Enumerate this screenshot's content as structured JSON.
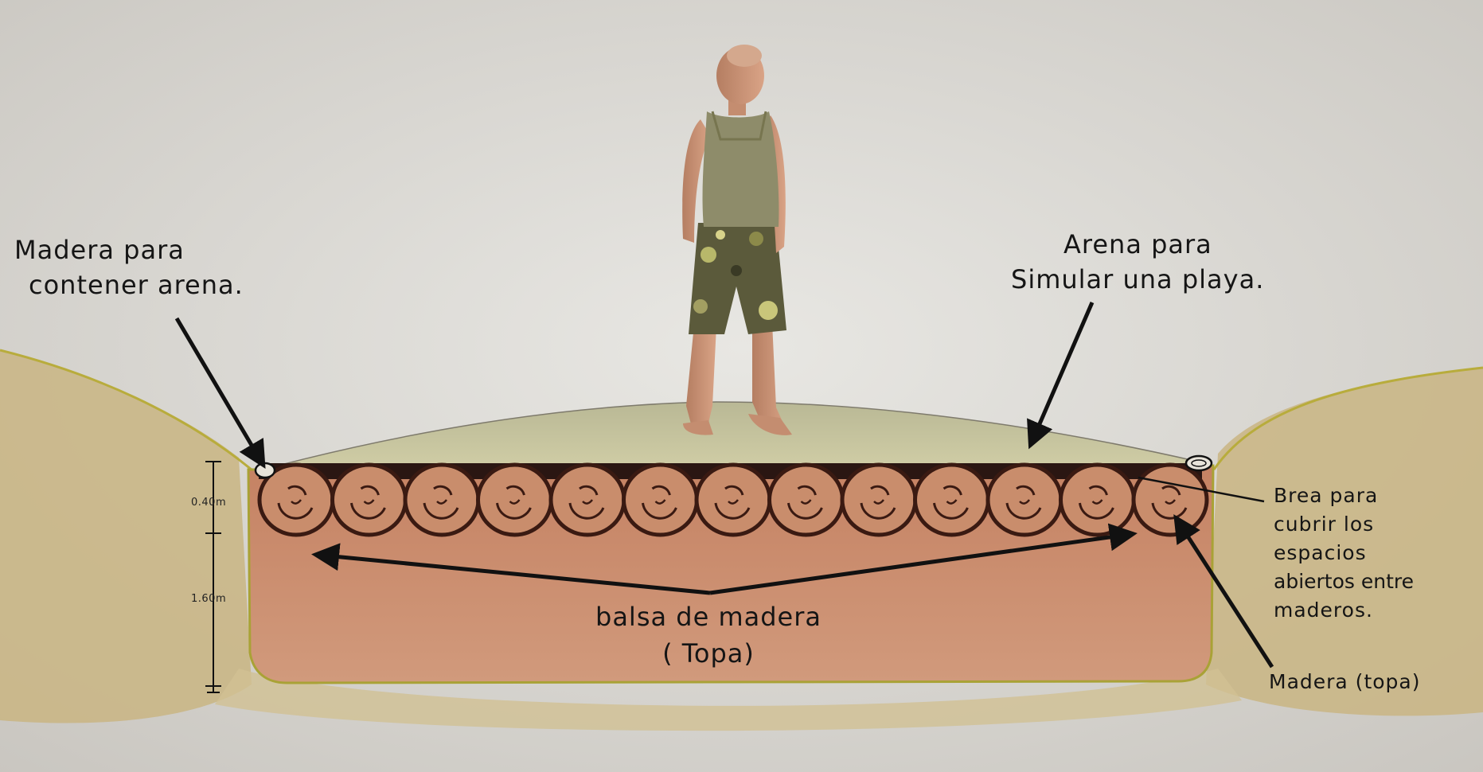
{
  "labels": {
    "madera_contener": [
      "Madera para",
      "contener arena."
    ],
    "arena_playa": [
      "Arena para",
      "Simular una playa."
    ],
    "brea": [
      "Brea para",
      "cubrir los",
      "espacios",
      "abiertos entre",
      "maderos."
    ],
    "balsa": [
      "balsa de madera",
      "( Topa)"
    ],
    "madera_topa": "Madera (topa)"
  },
  "dimensions": {
    "upper": "0.40m",
    "lower": "1.60m"
  },
  "log_count": 13,
  "colors": {
    "background": "#dcdad5",
    "ground": "#c9b07a",
    "ground_edge": "#b5a93a",
    "raft_fill": "#b97a5c",
    "log_fill": "#c98d6c",
    "log_outline": "#3a1a12",
    "sand": "#c8c49a",
    "tar": "#2a1612"
  }
}
